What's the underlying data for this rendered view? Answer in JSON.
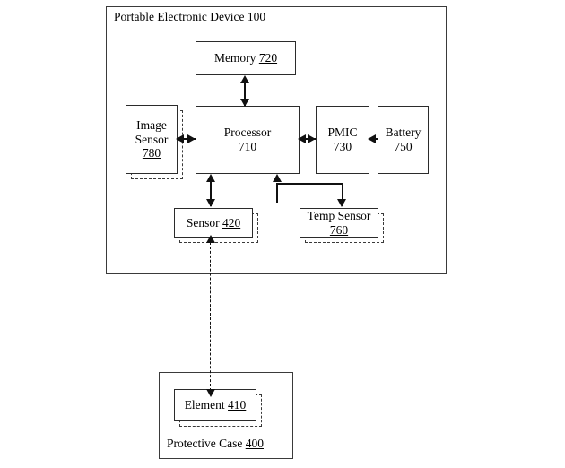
{
  "figure": {
    "type": "block-diagram",
    "containers": [
      {
        "id": "portable-electronic-device",
        "label_text": "Portable Electronic Device",
        "label_number": "100"
      },
      {
        "id": "protective-case",
        "label_text": "Protective Case",
        "label_number": "400"
      }
    ],
    "blocks": [
      {
        "id": "memory",
        "line1": "Memory",
        "line2": "",
        "number": "720",
        "inline_number": true,
        "dashed_shadow": false
      },
      {
        "id": "image-sensor",
        "line1": "Image",
        "line2": "Sensor",
        "number": "780",
        "inline_number": false,
        "dashed_shadow": true
      },
      {
        "id": "processor",
        "line1": "Processor",
        "line2": "",
        "number": "710",
        "inline_number": false,
        "dashed_shadow": false
      },
      {
        "id": "pmic",
        "line1": "PMIC",
        "line2": "",
        "number": "730",
        "inline_number": false,
        "dashed_shadow": false
      },
      {
        "id": "battery",
        "line1": "Battery",
        "line2": "",
        "number": "750",
        "inline_number": false,
        "dashed_shadow": false
      },
      {
        "id": "sensor",
        "line1": "Sensor",
        "line2": "",
        "number": "420",
        "inline_number": true,
        "dashed_shadow": true
      },
      {
        "id": "temp-sensor",
        "line1": "Temp Sensor",
        "line2": "",
        "number": "760",
        "inline_number": false,
        "dashed_shadow": true
      },
      {
        "id": "element",
        "line1": "Element",
        "line2": "",
        "number": "410",
        "inline_number": true,
        "dashed_shadow": true
      }
    ],
    "connections": [
      {
        "from": "processor",
        "to": "memory",
        "style": "solid",
        "arrows": "both"
      },
      {
        "from": "image-sensor",
        "to": "processor",
        "style": "solid",
        "arrows": "both"
      },
      {
        "from": "processor",
        "to": "pmic",
        "style": "solid",
        "arrows": "both"
      },
      {
        "from": "battery",
        "to": "pmic",
        "style": "solid",
        "arrows": "single"
      },
      {
        "from": "processor",
        "to": "sensor",
        "style": "solid",
        "arrows": "both"
      },
      {
        "from": "processor",
        "to": "temp-sensor",
        "style": "solid",
        "arrows": "single"
      },
      {
        "from": "sensor",
        "to": "element",
        "style": "dashed",
        "arrows": "both"
      }
    ],
    "colors": {
      "stroke": "#2b2b2b",
      "background": "#ffffff",
      "text": "#000000"
    }
  }
}
